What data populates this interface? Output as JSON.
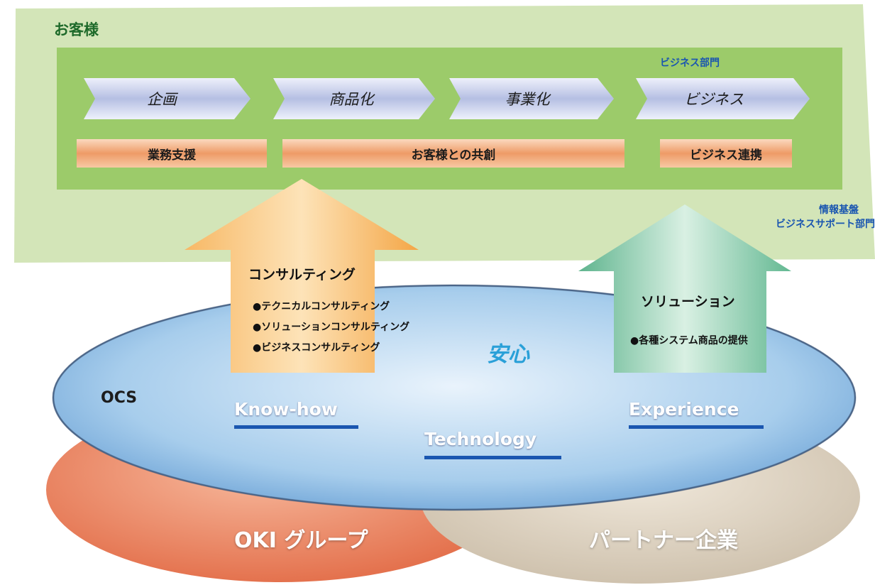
{
  "customer": {
    "title": "お客様"
  },
  "departments": {
    "business": "ビジネス部門",
    "infra_line1": "情報基盤",
    "infra_line2": "ビジネスサポート部門"
  },
  "stages": [
    "企画",
    "商品化",
    "事業化",
    "ビジネス"
  ],
  "support_bars": [
    "業務支援",
    "お客様との共創",
    "ビジネス連携"
  ],
  "consulting": {
    "title": "コンサルティング",
    "items": [
      "●テクニカルコンサルティング",
      "●ソリューションコンサルティング",
      "●ビジネスコンサルティング"
    ]
  },
  "solution": {
    "title": "ソリューション",
    "items": [
      "●各種システム商品の提供"
    ]
  },
  "core": {
    "name": "OCS",
    "center": "安心",
    "keywords": [
      "Know-how",
      "Technology",
      "Experience"
    ]
  },
  "groups": {
    "oki": "OKI グループ",
    "partner": "パートナー企業"
  },
  "colors": {
    "customer_panel": "#d3e5b8",
    "process_panel": "#9ccb6a",
    "stage_arrow": "#b8c3e6",
    "support_bar": "#f0a272",
    "consulting_arrow": "#f5a74e",
    "solution_arrow": "#6fc19f",
    "ocs_disc": "#8fbde6",
    "oki_disc": "#e8805f",
    "partner_disc": "#ddd3c3",
    "keyword_underline": "#1a56b0"
  }
}
